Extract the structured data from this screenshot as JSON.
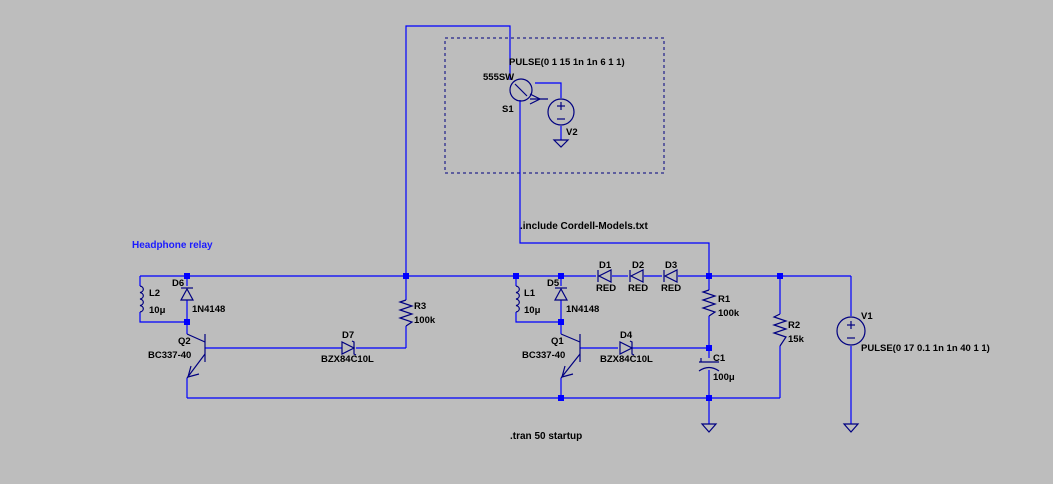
{
  "comment": "Headphone relay",
  "directives": {
    "include": ".include Cordell-Models.txt",
    "tran": ".tran 50 startup"
  },
  "components": {
    "s1": {
      "name": "S1",
      "model": "555SW"
    },
    "v2": {
      "name": "V2",
      "value": "PULSE(0 1 15 1n 1n 6 1 1)"
    },
    "v1": {
      "name": "V1",
      "value": "PULSE(0 17 0.1 1n 1n 40 1 1)"
    },
    "l2": {
      "name": "L2",
      "value": "10μ"
    },
    "d6": {
      "name": "D6",
      "value": "1N4148"
    },
    "q2": {
      "name": "Q2",
      "value": "BC337-40"
    },
    "d7": {
      "name": "D7",
      "value": "BZX84C10L"
    },
    "r3": {
      "name": "R3",
      "value": "100k"
    },
    "l1": {
      "name": "L1",
      "value": "10μ"
    },
    "d5": {
      "name": "D5",
      "value": "1N4148"
    },
    "q1": {
      "name": "Q1",
      "value": "BC337-40"
    },
    "d4": {
      "name": "D4",
      "value": "BZX84C10L"
    },
    "d1": {
      "name": "D1",
      "value": "RED"
    },
    "d2": {
      "name": "D2",
      "value": "RED"
    },
    "d3": {
      "name": "D3",
      "value": "RED"
    },
    "r1": {
      "name": "R1",
      "value": "100k"
    },
    "c1": {
      "name": "C1",
      "value": "100μ"
    },
    "r2": {
      "name": "R2",
      "value": "15k"
    }
  },
  "colors": {
    "background": "#bdbdbd",
    "wire": "#0000ff",
    "component": "#000080",
    "junction": "#0000ff",
    "comment": "#1a1aff",
    "text": "#000000"
  }
}
